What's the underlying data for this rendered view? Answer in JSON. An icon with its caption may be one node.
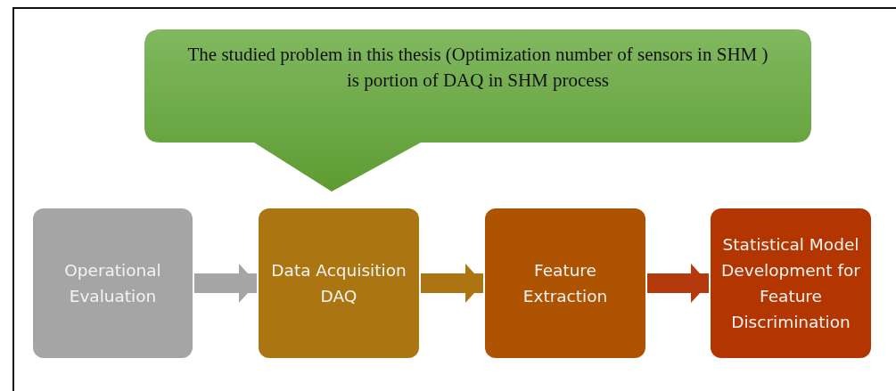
{
  "diagram": {
    "nodes": [
      {
        "text": [
          "The studied problem in this thesis (Optimization number of sensors in SHM ) is portion of DAQ in SHM process"
        ]
      },
      {
        "text": [
          "Operational Evaluation"
        ]
      },
      {
        "text": [
          "Data Acquisition DAQ"
        ]
      },
      {
        "text": [
          "Feature Extraction"
        ]
      },
      {
        "text": [
          "Statistical Model Development for Feature Discrimination"
        ]
      }
    ],
    "edges": [
      {
        "from": 1,
        "to": 2,
        "arrow": "to",
        "color": "#a5a5a5"
      },
      {
        "from": 2,
        "to": 3,
        "arrow": "to",
        "color": "#ad7512"
      },
      {
        "from": 3,
        "to": 4,
        "arrow": "to",
        "color": "#b4390c"
      }
    ]
  }
}
